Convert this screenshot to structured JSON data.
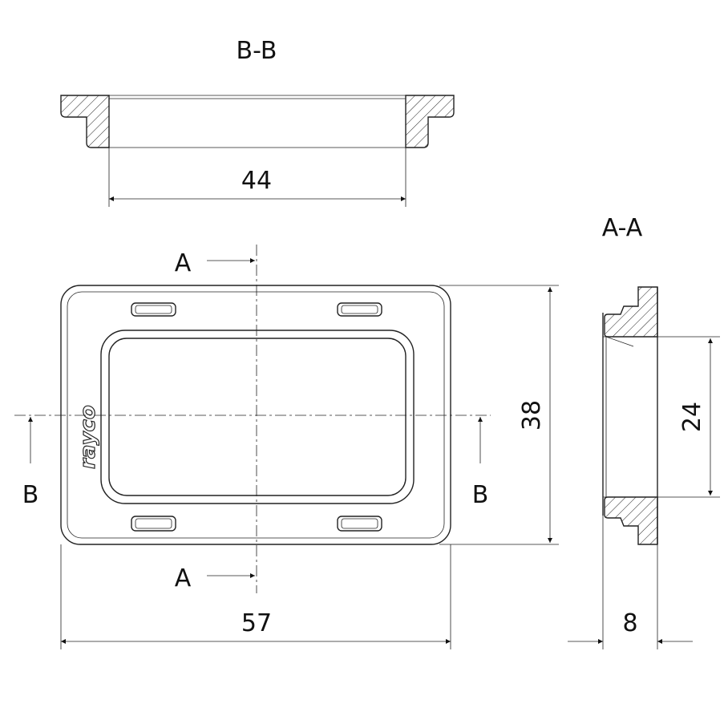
{
  "section_labels": {
    "bb_title": "B-B",
    "aa_title": "A-A",
    "a_top": "A",
    "a_bottom": "A",
    "b_left": "B",
    "b_right": "B"
  },
  "dimensions": {
    "bb_width": "44",
    "width": "57",
    "height": "38",
    "opening_height": "24",
    "depth": "8"
  },
  "logo_text": "rayco",
  "line_color": "#222222",
  "background": "#ffffff"
}
